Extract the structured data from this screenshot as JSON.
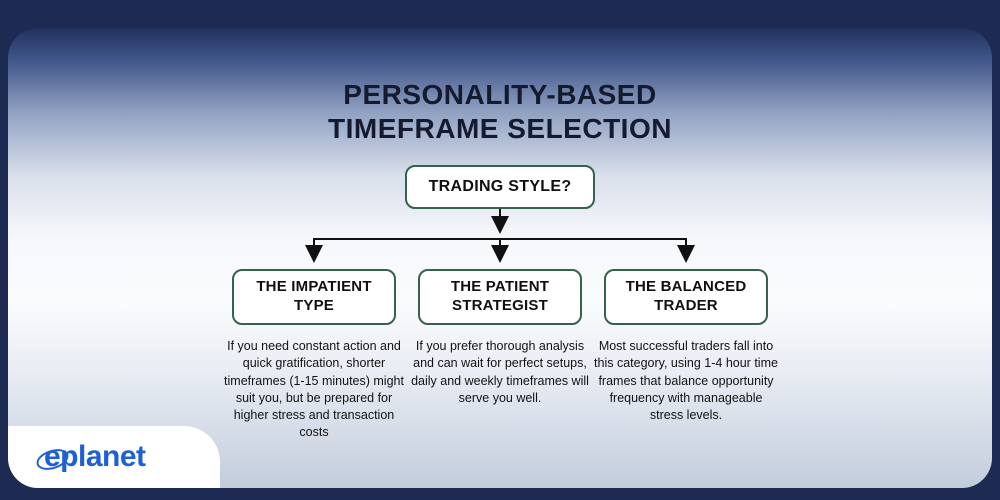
{
  "title": {
    "line1": "PERSONALITY-BASED",
    "line2": "TIMEFRAME SELECTION"
  },
  "flowchart": {
    "root_label": "TRADING STYLE?",
    "branches": [
      {
        "label": "THE IMPATIENT TYPE",
        "description": "If you need constant action and quick gratification, shorter timeframes (1-15 minutes) might suit you, but be prepared for higher stress and transaction costs"
      },
      {
        "label": "THE PATIENT STRATEGIST",
        "description": "If you prefer thorough analysis and can wait for perfect setups, daily and weekly timeframes will serve you well."
      },
      {
        "label": "THE BALANCED TRADER",
        "description": "Most successful traders fall into this category, using 1-4 hour time frames that balance opportunity frequency with manageable stress levels."
      }
    ]
  },
  "logo": {
    "text": "eplanet"
  },
  "colors": {
    "background_navy": "#1d2a52",
    "box_border_green": "#35624b",
    "logo_blue": "#1f5fd6",
    "arrow_black": "#111111",
    "title_text": "#151a2e"
  }
}
